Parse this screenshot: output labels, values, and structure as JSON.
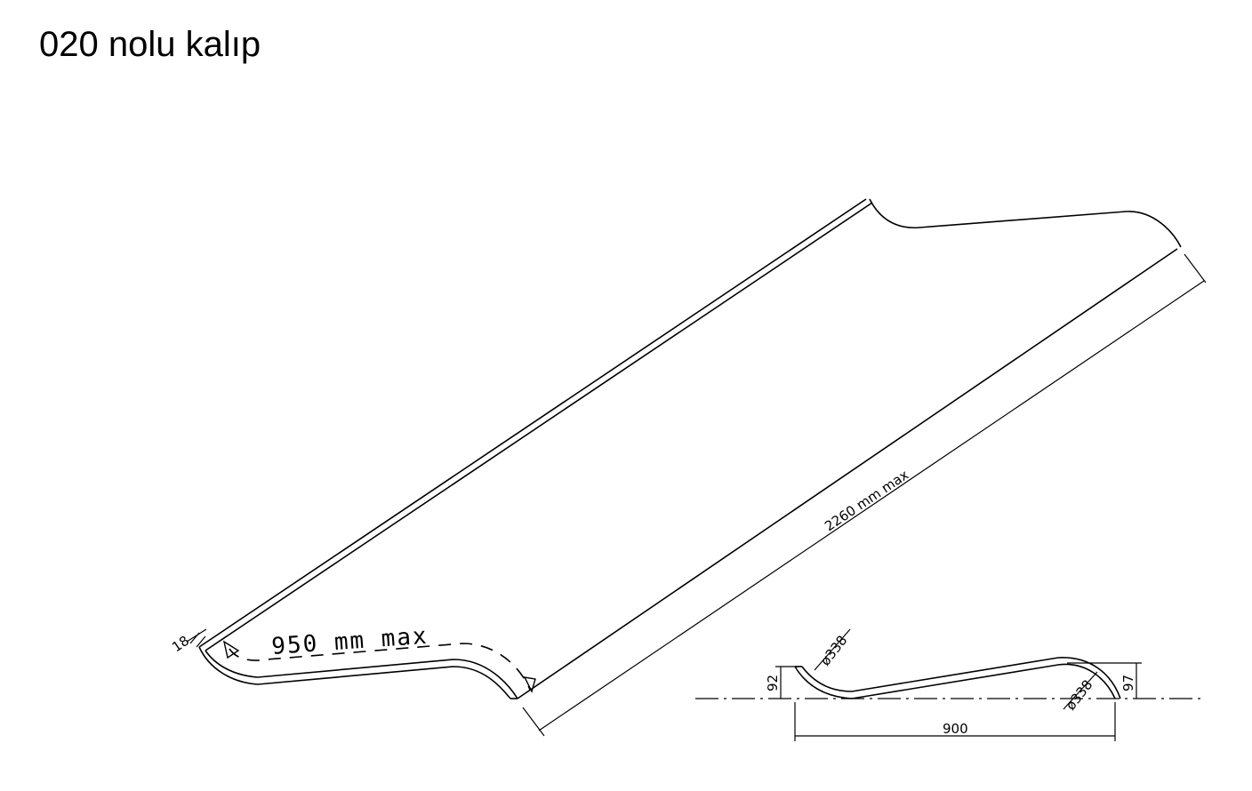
{
  "title": "020 nolu kalıp",
  "dimensions": {
    "thickness": "18",
    "width": "950 mm max",
    "length": "2260 mm max",
    "height_left": "92",
    "height_right": "97",
    "diameter_left": "ø338",
    "diameter_right": "ø338",
    "span": "900"
  }
}
